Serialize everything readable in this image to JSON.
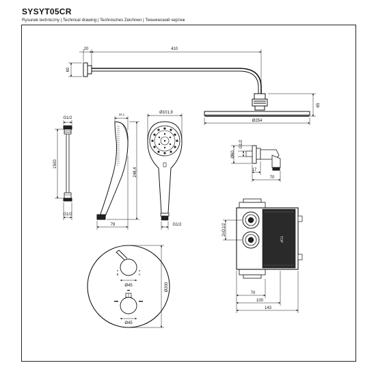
{
  "header": {
    "title": "SYSYT05CR",
    "subtitle": "Rysunek techniczny | Technical drawing | Technisches Zeichnen | Технический чертеж"
  },
  "dimensions": {
    "arm_20": "20",
    "arm_410": "410",
    "arm_60": "60",
    "head_65": "65",
    "head_dia": "Ø254",
    "hose_g12_top": "G1/2",
    "hose_1500": "1500",
    "hose_g12_bottom": "G1/2",
    "hand_34": "34,1",
    "hand_dia": "Ø101,9",
    "hand_248": "248,4",
    "hand_79": "79",
    "hand_g12": "G1/2",
    "holder_g12": "G1/2",
    "holder_dia60": "Ø60",
    "holder_17": "17",
    "holder_70": "70",
    "box_2g12": "2xG1/2",
    "box_70": "70",
    "box_100": "100",
    "box_143": "143",
    "plate_dia200": "Ø200",
    "knob_dia45_top": "Ø45",
    "knob_dia45_bottom": "Ø45",
    "plate_label_a": "B",
    "plate_label_b": "A",
    "box_label": "TOP"
  }
}
